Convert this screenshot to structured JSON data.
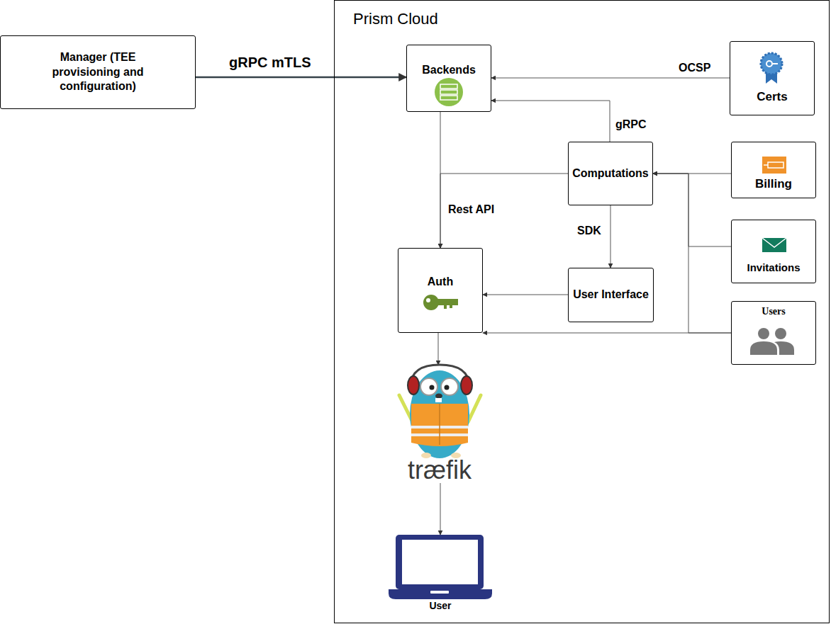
{
  "diagram": {
    "nodes": [
      {
        "text": [
          "Manager (TEE provisioning and configuration)"
        ]
      },
      {
        "text": [
          "Prism Cloud"
        ]
      },
      {
        "text": [
          "Backends"
        ],
        "in": 1
      },
      {
        "text": [
          "Certs"
        ],
        "in": 1
      },
      {
        "text": [
          "Computations"
        ],
        "in": 1
      },
      {
        "text": [
          "Billing"
        ],
        "in": 1
      },
      {
        "text": [
          "Invitations"
        ],
        "in": 1
      },
      {
        "text": [
          "Auth"
        ],
        "in": 1
      },
      {
        "text": [
          "User Interface"
        ],
        "in": 1
      },
      {
        "text": [
          "Users"
        ],
        "in": 1
      },
      {
        "text": [
          "træfik"
        ],
        "in": 1
      },
      {
        "text": [
          "User"
        ],
        "in": 1
      }
    ],
    "edges": [
      {
        "from": 0,
        "to": 2,
        "label": "gRPC mTLS",
        "arrow": "to"
      },
      {
        "from": 3,
        "to": 2,
        "label": "OCSP",
        "arrow": "to"
      },
      {
        "from": 4,
        "to": 2,
        "label": "gRPC",
        "arrow": "to"
      },
      {
        "from": 2,
        "to": 7,
        "label": "Rest API",
        "arrow": "to"
      },
      {
        "from": 4,
        "to": 7,
        "arrow": "to"
      },
      {
        "from": 4,
        "to": 8,
        "label": "SDK",
        "arrow": "to"
      },
      {
        "from": 5,
        "to": 4,
        "arrow": "to"
      },
      {
        "from": 6,
        "to": 4,
        "arrow": "to"
      },
      {
        "from": 9,
        "to": 4,
        "arrow": "to"
      },
      {
        "from": 9,
        "to": 7,
        "arrow": "to"
      },
      {
        "from": 8,
        "to": 7,
        "arrow": "to"
      },
      {
        "from": 7,
        "to": 10,
        "arrow": "to"
      },
      {
        "from": 10,
        "to": 11,
        "arrow": "to"
      }
    ]
  }
}
